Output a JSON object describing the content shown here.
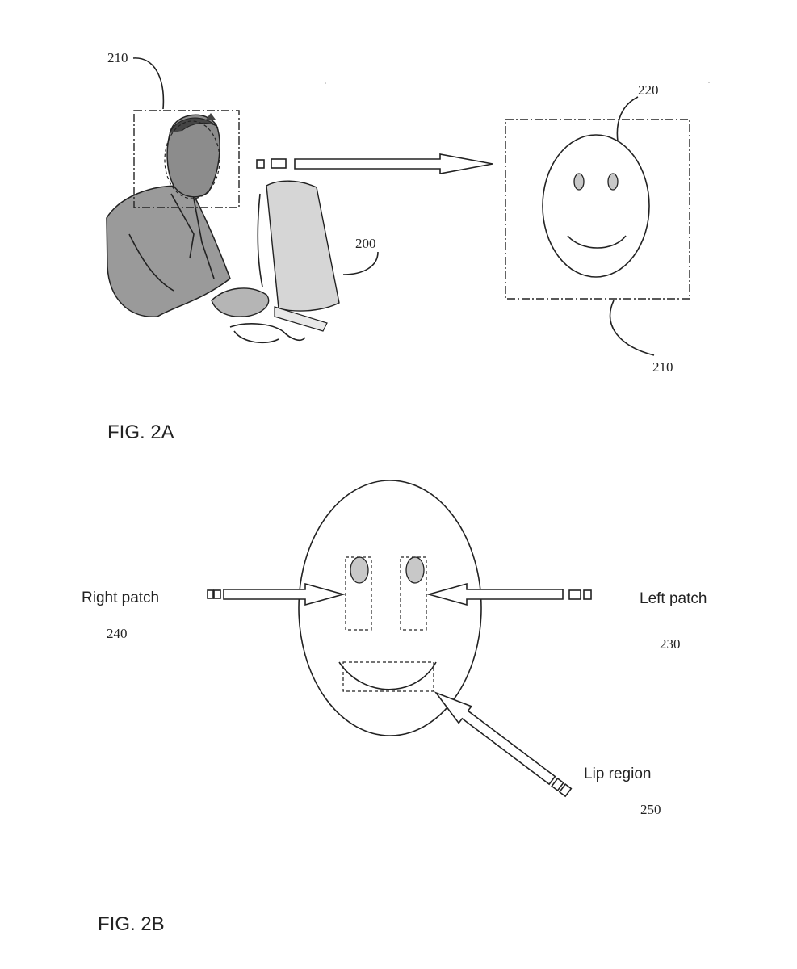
{
  "fig_2a": {
    "caption": "FIG. 2A",
    "refs": {
      "input_box_top": "210",
      "face_outline": "220",
      "person": "200",
      "output_box_bottom": "210"
    }
  },
  "fig_2b": {
    "caption": "FIG. 2B",
    "right_patch": {
      "label": "Right patch",
      "ref": "240"
    },
    "left_patch": {
      "label": "Left patch",
      "ref": "230"
    },
    "lip_region": {
      "label": "Lip region",
      "ref": "250"
    }
  }
}
